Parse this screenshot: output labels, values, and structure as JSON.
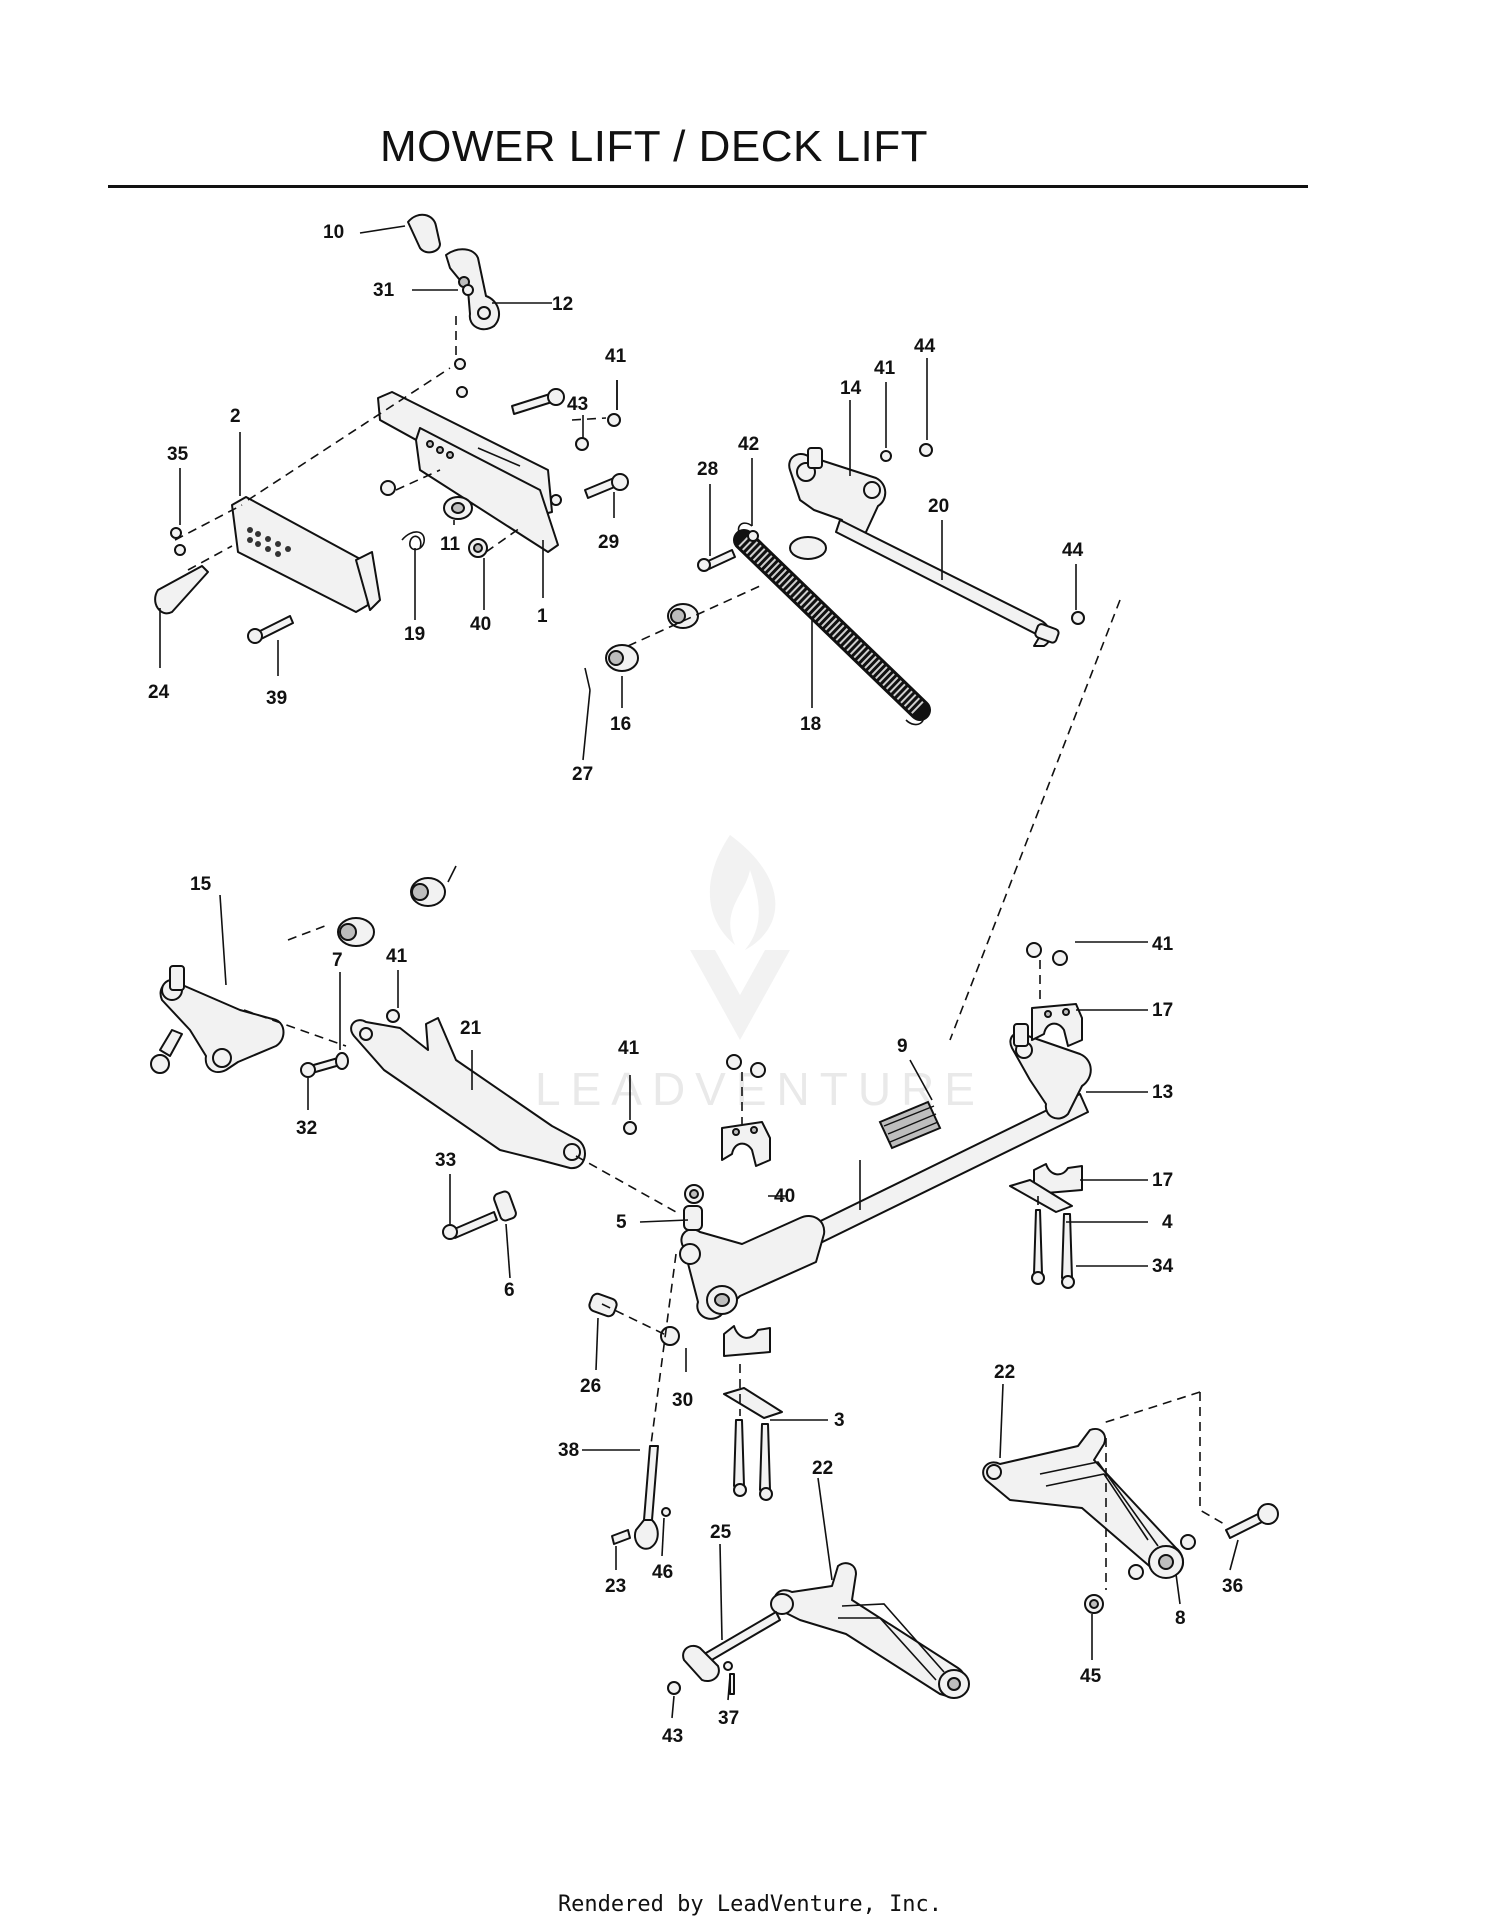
{
  "title": "MOWER LIFT / DECK LIFT",
  "footer": "Rendered by LeadVenture, Inc.",
  "watermark": "LEADVENTURE",
  "colors": {
    "line": "#111111",
    "part_fill": "#f2f2f2",
    "shade": "#bdbdbd",
    "watermark": "#e9e9e9"
  },
  "callouts": [
    {
      "n": "10"
    },
    {
      "n": "31"
    },
    {
      "n": "12"
    },
    {
      "n": "41"
    },
    {
      "n": "43"
    },
    {
      "n": "2"
    },
    {
      "n": "35"
    },
    {
      "n": "29"
    },
    {
      "n": "11"
    },
    {
      "n": "19"
    },
    {
      "n": "40"
    },
    {
      "n": "1"
    },
    {
      "n": "24"
    },
    {
      "n": "39"
    },
    {
      "n": "44"
    },
    {
      "n": "41"
    },
    {
      "n": "14"
    },
    {
      "n": "42"
    },
    {
      "n": "28"
    },
    {
      "n": "20"
    },
    {
      "n": "44"
    },
    {
      "n": "16"
    },
    {
      "n": "18"
    },
    {
      "n": "27"
    },
    {
      "n": "15"
    },
    {
      "n": "7"
    },
    {
      "n": "41"
    },
    {
      "n": "21"
    },
    {
      "n": "32"
    },
    {
      "n": "41"
    },
    {
      "n": "33"
    },
    {
      "n": "6"
    },
    {
      "n": "41"
    },
    {
      "n": "17"
    },
    {
      "n": "9"
    },
    {
      "n": "13"
    },
    {
      "n": "17"
    },
    {
      "n": "40"
    },
    {
      "n": "5"
    },
    {
      "n": "4"
    },
    {
      "n": "34"
    },
    {
      "n": "26"
    },
    {
      "n": "30"
    },
    {
      "n": "3"
    },
    {
      "n": "22"
    },
    {
      "n": "38"
    },
    {
      "n": "22"
    },
    {
      "n": "23"
    },
    {
      "n": "46"
    },
    {
      "n": "25"
    },
    {
      "n": "36"
    },
    {
      "n": "8"
    },
    {
      "n": "45"
    },
    {
      "n": "43"
    },
    {
      "n": "37"
    }
  ]
}
